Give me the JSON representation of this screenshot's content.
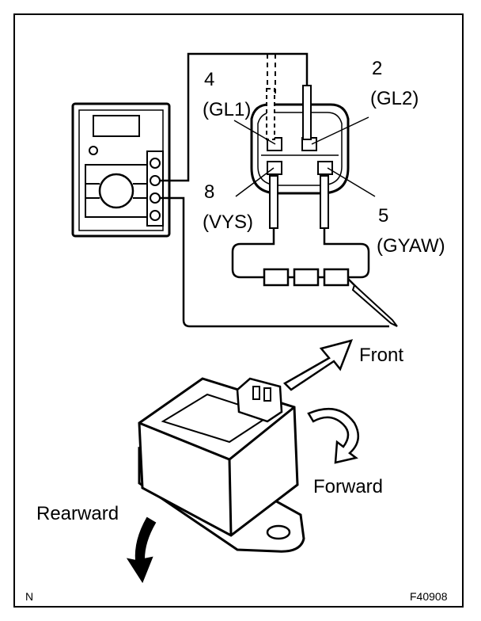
{
  "pins": {
    "p4": {
      "number": "4",
      "name": "(GL1)"
    },
    "p2": {
      "number": "2",
      "name": "(GL2)"
    },
    "p8": {
      "number": "8",
      "name": "(VYS)"
    },
    "p5": {
      "number": "5",
      "name": "(GYAW)"
    }
  },
  "directions": {
    "front": "Front",
    "forward": "Forward",
    "rearward": "Rearward"
  },
  "corner": {
    "left_code": "N",
    "figure_id": "F40908"
  }
}
